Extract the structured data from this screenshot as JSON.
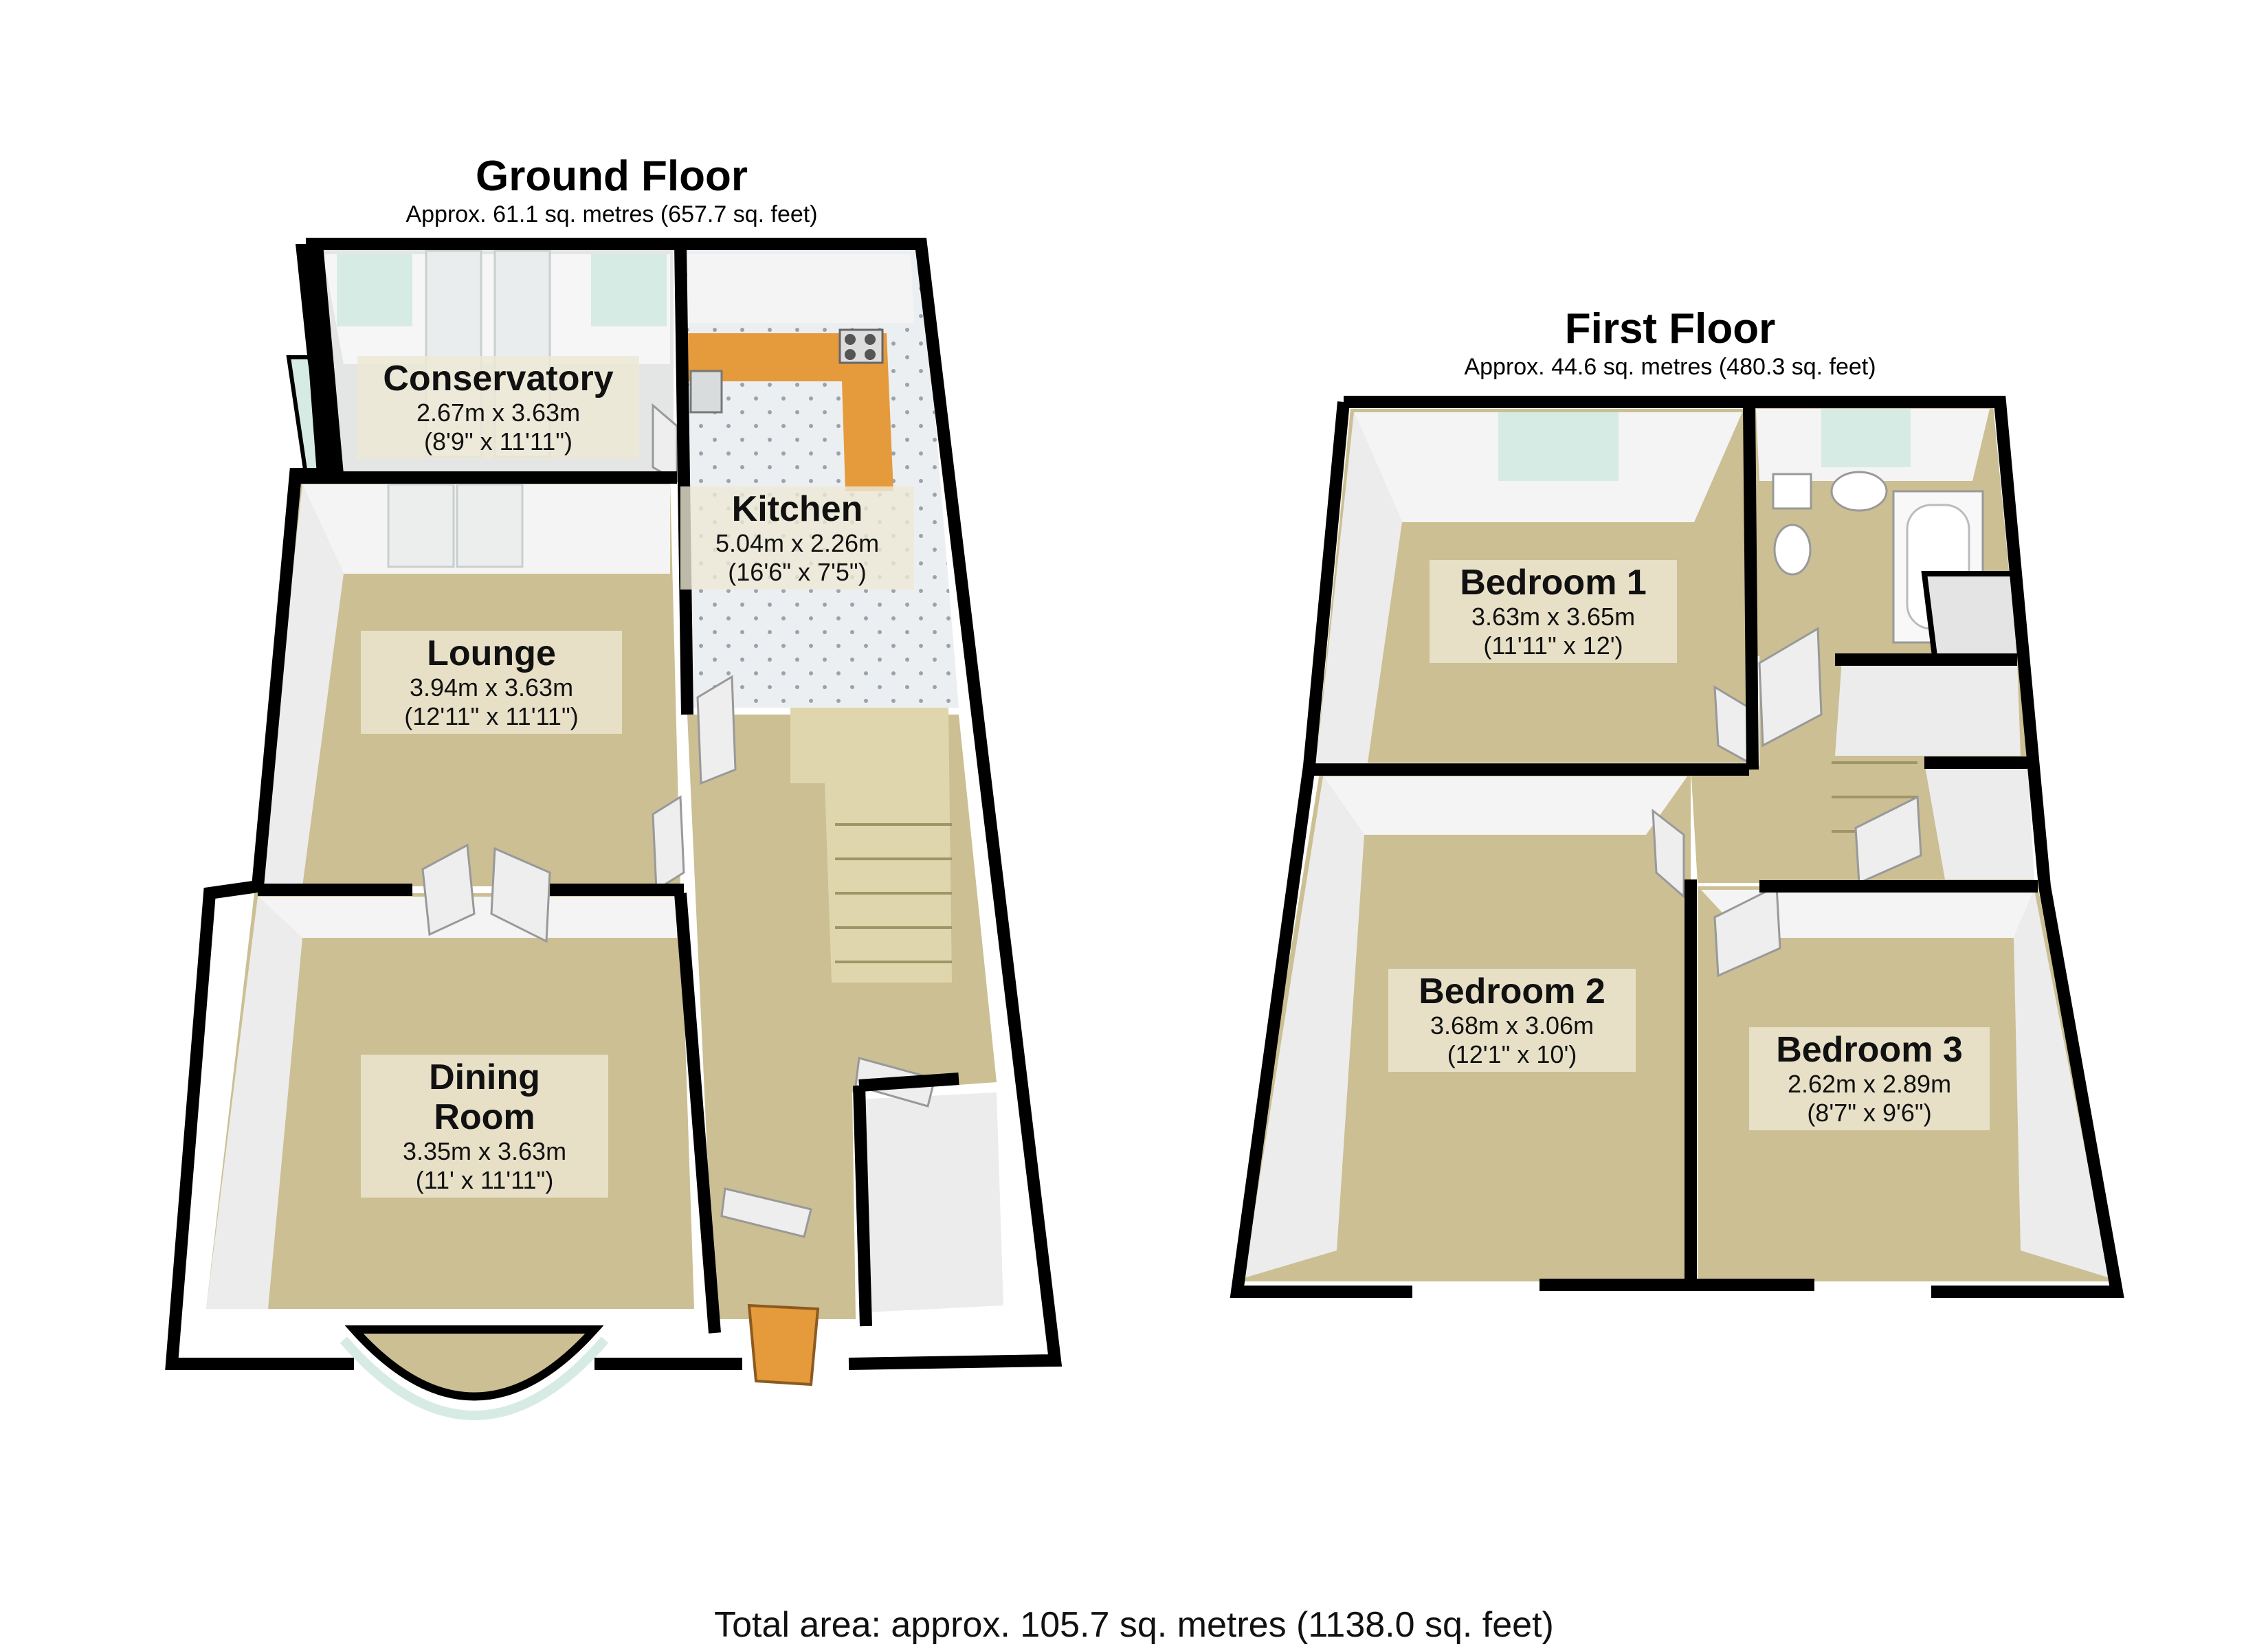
{
  "ground_floor": {
    "title": "Ground Floor",
    "area": "Approx. 61.1 sq. metres (657.7 sq. feet)",
    "rooms": [
      {
        "name": "Conservatory",
        "dims": [
          "2.67m x 3.63m",
          "(8'9\" x 11'11\")"
        ]
      },
      {
        "name": "Kitchen",
        "dims": [
          "5.04m x 2.26m",
          "(16'6\" x 7'5\")"
        ]
      },
      {
        "name": "Lounge",
        "dims": [
          "3.94m x 3.63m",
          "(12'11\" x 11'11\")"
        ]
      },
      {
        "name": "Dining",
        "name2": "Room",
        "dims": [
          "3.35m x 3.63m",
          "(11' x 11'11\")"
        ]
      }
    ]
  },
  "first_floor": {
    "title": "First Floor",
    "area": "Approx. 44.6 sq. metres (480.3 sq. feet)",
    "rooms": [
      {
        "name": "Bedroom 1",
        "dims": [
          "3.63m x 3.65m",
          "(11'11\" x 12')"
        ]
      },
      {
        "name": "Bedroom 2",
        "dims": [
          "3.68m x 3.06m",
          "(12'1\" x 10')"
        ]
      },
      {
        "name": "Bedroom 3",
        "dims": [
          "2.62m x 2.89m",
          "(8'7\" x 9'6\")"
        ]
      }
    ]
  },
  "total_area": "Total area: approx. 105.7 sq. metres (1138.0 sq. feet)",
  "colors": {
    "wall": "#000000",
    "floor_carpet": "#cbbf93",
    "floor_tile": "#eceff2",
    "wall_face": "#f4f4f4",
    "worktop": "#e59a3c",
    "window_glass": "#d6ebe4"
  }
}
